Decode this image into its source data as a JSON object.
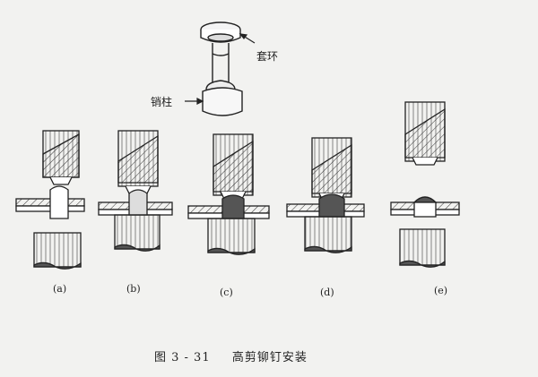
{
  "labels": {
    "collar": "套环",
    "pin": "销柱"
  },
  "steps": [
    "(a)",
    "(b)",
    "(c)",
    "(d)",
    "(e)"
  ],
  "caption": {
    "figure": "图 3 - 31",
    "title": "高剪铆钉安装"
  }
}
